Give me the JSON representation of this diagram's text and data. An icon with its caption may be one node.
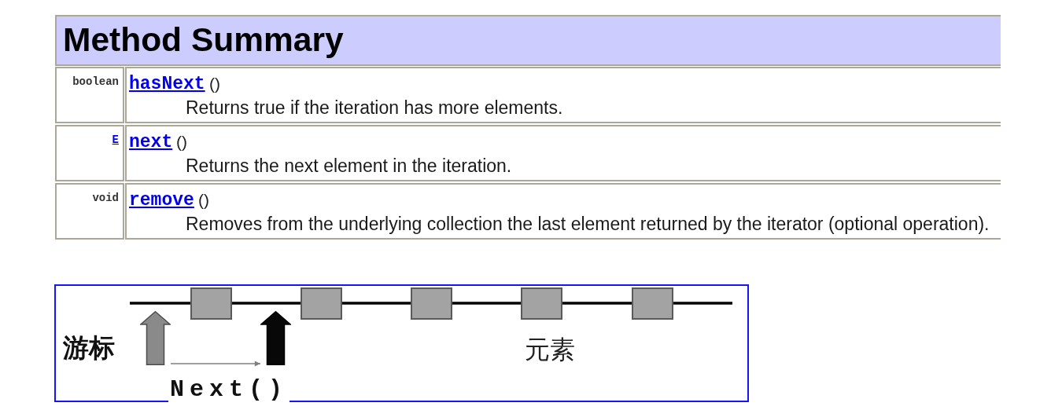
{
  "diagram": {
    "nodes": [
      {
        "text": [],
        "shape": "box"
      },
      {
        "text": [],
        "shape": "box",
        "in": 0
      },
      {
        "text": [],
        "shape": "box",
        "in": 0
      },
      {
        "text": [],
        "shape": "box",
        "in": 0
      },
      {
        "text": [],
        "shape": "box",
        "in": 0
      },
      {
        "text": [],
        "shape": "box",
        "in": 0
      },
      {
        "text": [],
        "shape": "arrow",
        "in": 0,
        "beside": [
          "游标"
        ]
      },
      {
        "text": [],
        "shape": "arrow",
        "in": 0
      }
    ],
    "edges": [
      {
        "from": null,
        "to": 1,
        "arrow": "none"
      },
      {
        "from": 1,
        "to": 2,
        "arrow": "none"
      },
      {
        "from": 2,
        "to": 3,
        "arrow": "none"
      },
      {
        "from": 3,
        "to": 4,
        "arrow": "none"
      },
      {
        "from": 4,
        "to": 5,
        "arrow": "none"
      },
      {
        "from": 5,
        "to": null,
        "arrow": "none"
      },
      {
        "from": 6,
        "to": 7,
        "arrow": "to",
        "label": "Next()",
        "color": "#7f7f7f"
      }
    ],
    "labels": [
      "Method Summary",
      "boolean",
      "hasNext",
      "()",
      "Returns true if the iteration has more elements.",
      "E",
      "next",
      "()",
      "Returns the next element in the iteration.",
      "void",
      "remove",
      "()",
      "Removes from the underlying collection the last element returned by the iterator (optional operation).",
      "元素"
    ]
  }
}
